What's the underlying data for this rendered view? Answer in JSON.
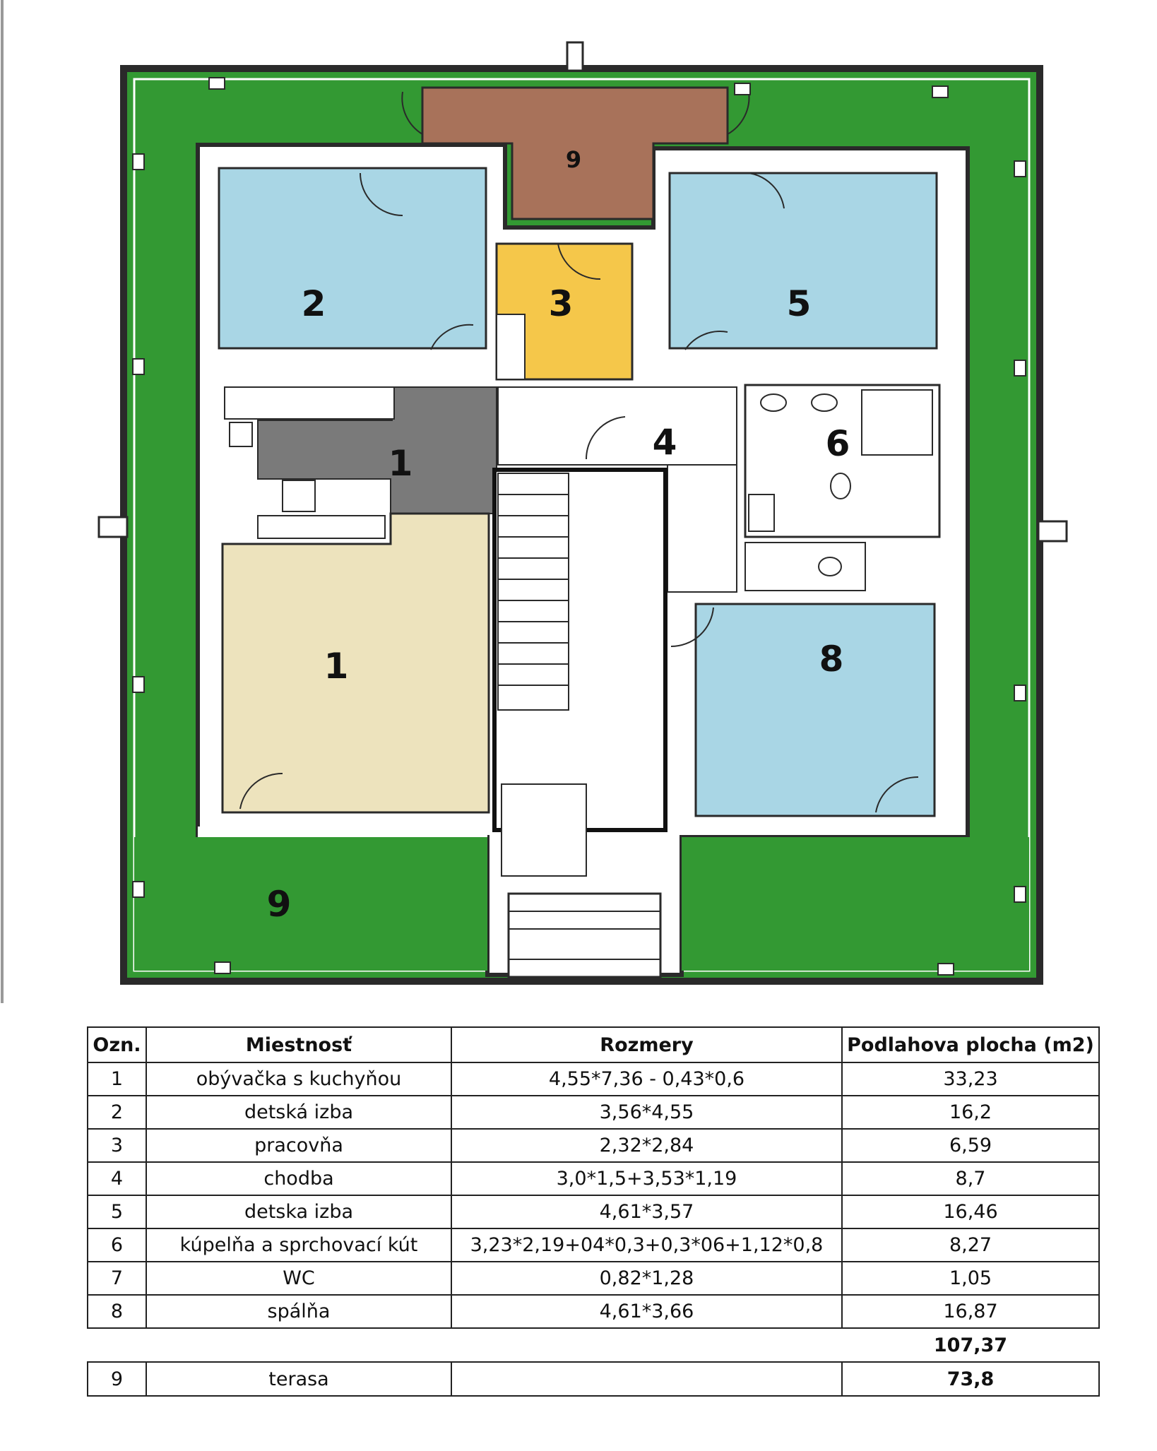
{
  "plan": {
    "room_labels": [
      {
        "id": "9",
        "label": "9"
      },
      {
        "id": "2",
        "label": "2"
      },
      {
        "id": "3",
        "label": "3"
      },
      {
        "id": "5",
        "label": "5"
      },
      {
        "id": "1a",
        "label": "1"
      },
      {
        "id": "4",
        "label": "4"
      },
      {
        "id": "6",
        "label": "6"
      },
      {
        "id": "1b",
        "label": "1"
      },
      {
        "id": "8",
        "label": "8"
      },
      {
        "id": "9b",
        "label": "9"
      }
    ],
    "colors": {
      "terrace": "#339933",
      "balcony": "#a8725a",
      "bedroom": "#a9d6e5",
      "study": "#f5c74a",
      "kitchen": "#7a7a7a",
      "living": "#ede3bd",
      "walls": "#2a2a2a"
    }
  },
  "table": {
    "headers": [
      "Ozn.",
      "Miestnosť",
      "Rozmery",
      "Podlahova plocha (m2)"
    ],
    "rows": [
      {
        "ozn": "1",
        "room": "obývačka s kuchyňou",
        "dims": "4,55*7,36 - 0,43*0,6",
        "area": "33,23"
      },
      {
        "ozn": "2",
        "room": "detská izba",
        "dims": "3,56*4,55",
        "area": "16,2"
      },
      {
        "ozn": "3",
        "room": "pracovňa",
        "dims": "2,32*2,84",
        "area": "6,59"
      },
      {
        "ozn": "4",
        "room": "chodba",
        "dims": "3,0*1,5+3,53*1,19",
        "area": "8,7"
      },
      {
        "ozn": "5",
        "room": "detska izba",
        "dims": "4,61*3,57",
        "area": "16,46"
      },
      {
        "ozn": "6",
        "room": "kúpelňa a sprchovací kút",
        "dims": "3,23*2,19+04*0,3+0,3*06+1,12*0,8",
        "area": "8,27"
      },
      {
        "ozn": "7",
        "room": "WC",
        "dims": "0,82*1,28",
        "area": "1,05"
      },
      {
        "ozn": "8",
        "room": "spálňa",
        "dims": "4,61*3,66",
        "area": "16,87"
      }
    ],
    "total": "107,37",
    "terrace": {
      "ozn": "9",
      "room": "terasa",
      "dims": "",
      "area": "73,8"
    }
  }
}
